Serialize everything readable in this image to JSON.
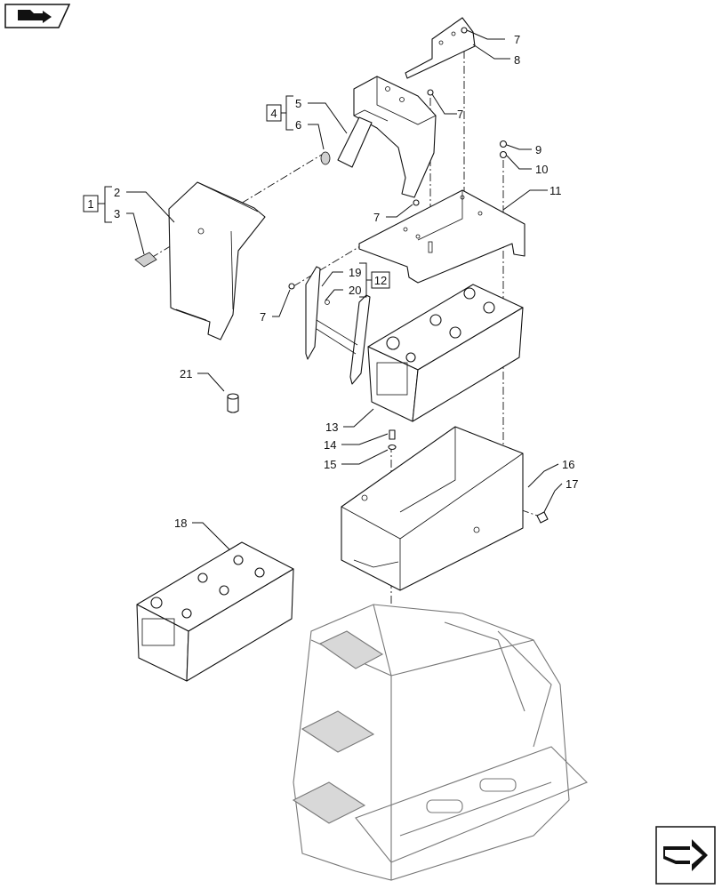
{
  "callouts": [
    "1",
    "2",
    "3",
    "4",
    "5",
    "6",
    "7",
    "8",
    "9",
    "10",
    "11",
    "12",
    "13",
    "14",
    "15",
    "16",
    "17",
    "18",
    "19",
    "20",
    "21"
  ],
  "boxed_groups": {
    "g1": "1",
    "g4": "4",
    "g12": "12"
  },
  "icons": {
    "top_left": "book-arrow-icon",
    "bottom_right": "next-page-arrow-icon"
  }
}
